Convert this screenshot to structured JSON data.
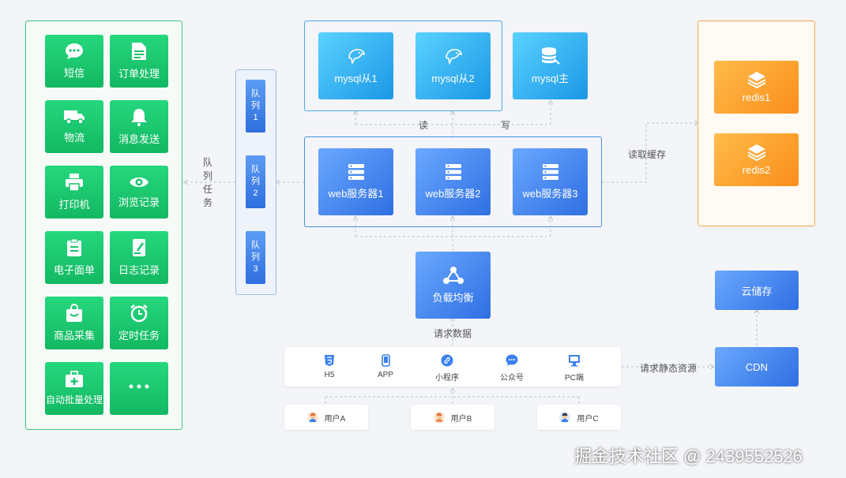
{
  "left_services": [
    {
      "label": "短信",
      "icon": "chat-icon"
    },
    {
      "label": "订单处理",
      "icon": "document-icon"
    },
    {
      "label": "物流",
      "icon": "truck-icon"
    },
    {
      "label": "消息发送",
      "icon": "bell-icon"
    },
    {
      "label": "打印机",
      "icon": "printer-icon"
    },
    {
      "label": "浏览记录",
      "icon": "eye-icon"
    },
    {
      "label": "电子面单",
      "icon": "clipboard-icon"
    },
    {
      "label": "日志记录",
      "icon": "log-icon"
    },
    {
      "label": "商品采集",
      "icon": "bag-icon"
    },
    {
      "label": "定时任务",
      "icon": "alarm-icon"
    },
    {
      "label": "自动批量处理",
      "icon": "medkit-icon"
    },
    {
      "label": "",
      "icon": "ellipsis-icon"
    }
  ],
  "queue_task_label": "队列任务",
  "queues": [
    {
      "text": "队列",
      "num": "1"
    },
    {
      "text": "队列",
      "num": "2"
    },
    {
      "text": "队列",
      "num": "3"
    }
  ],
  "mysql": [
    {
      "label": "mysql从1",
      "icon": "mysql-dolphin-icon"
    },
    {
      "label": "mysql从2",
      "icon": "mysql-dolphin-icon"
    },
    {
      "label": "mysql主",
      "icon": "database-icon"
    }
  ],
  "read_label": "读",
  "write_label": "写",
  "web_servers": [
    {
      "label": "web服务器1",
      "icon": "server-icon"
    },
    {
      "label": "web服务器2",
      "icon": "server-icon"
    },
    {
      "label": "web服务器3",
      "icon": "server-icon"
    }
  ],
  "read_cache_label": "读取缓存",
  "redis": [
    {
      "label": "redis1",
      "icon": "layers-icon"
    },
    {
      "label": "redis2",
      "icon": "layers-icon"
    }
  ],
  "load_balancer": {
    "label": "负载均衡",
    "icon": "share-icon"
  },
  "request_data_label": "请求数据",
  "clients": [
    {
      "label": "H5",
      "icon": "html5-icon"
    },
    {
      "label": "APP",
      "icon": "phone-icon"
    },
    {
      "label": "小程序",
      "icon": "miniprogram-icon"
    },
    {
      "label": "公众号",
      "icon": "chat-bubble-icon"
    },
    {
      "label": "PC端",
      "icon": "monitor-icon"
    }
  ],
  "static_request_label": "请求静态资源",
  "cdn_label": "CDN",
  "cloud_storage_label": "云储存",
  "users": [
    {
      "label": "用户A"
    },
    {
      "label": "用户B"
    },
    {
      "label": "用户C"
    }
  ],
  "watermark": "掘金技术社区 @ 2439552526",
  "colors": {
    "green": "#19c26c",
    "mysql_blue": "#1fa4ea",
    "web_blue": "#3a7ff0",
    "orange": "#fb9a2a",
    "connector": "#b9c4d2"
  }
}
